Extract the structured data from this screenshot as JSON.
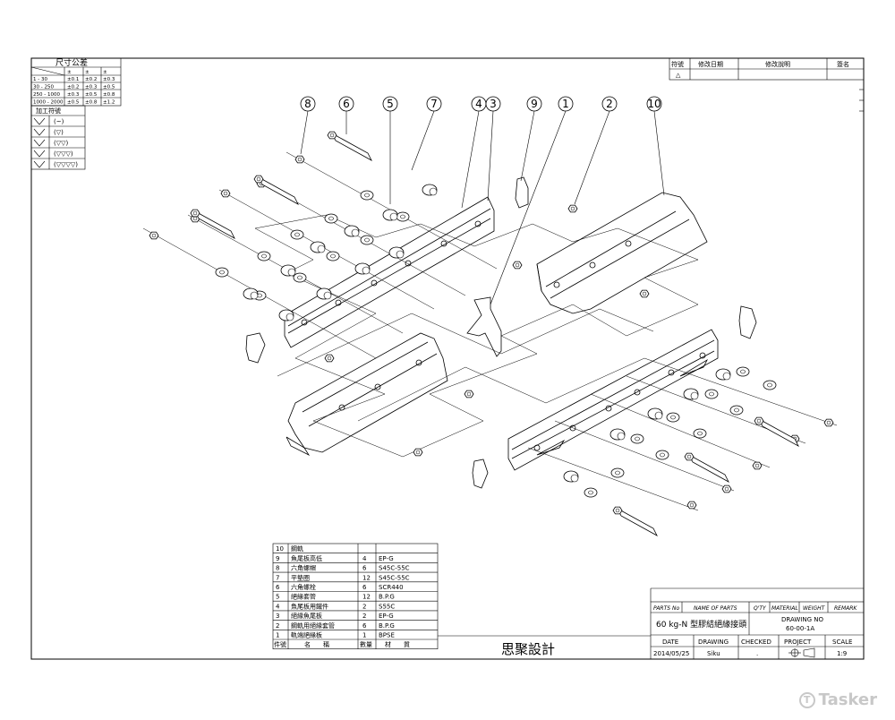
{
  "tolerance_table": {
    "title": "尺寸公差",
    "col_headers": [
      "",
      "±",
      "±",
      "±"
    ],
    "rows": [
      [
        "1 - 30",
        "±0.1",
        "±0.2",
        "±0.3"
      ],
      [
        "30 - 250",
        "±0.2",
        "±0.3",
        "±0.5"
      ],
      [
        "250 - 1000",
        "±0.3",
        "±0.5",
        "±0.8"
      ],
      [
        "1000 - 2000",
        "±0.5",
        "±0.8",
        "±1.2"
      ]
    ]
  },
  "finish_table": {
    "title": "加工符號",
    "symbols": [
      "(~)",
      "(▽)",
      "(▽▽)",
      "(▽▽▽)",
      "(▽▽▽▽)"
    ]
  },
  "revision_table": {
    "headers": [
      "符號",
      "修改日期",
      "修改說明",
      "簽名"
    ],
    "row": [
      "△",
      "",
      "",
      ""
    ]
  },
  "balloons": [
    "8",
    "6",
    "5",
    "7",
    "4",
    "3",
    "9",
    "1",
    "2",
    "10"
  ],
  "parts_list": {
    "rows": [
      [
        "10",
        "鋼軌",
        "",
        ""
      ],
      [
        "9",
        "魚尾板高低",
        "4",
        "EP-G"
      ],
      [
        "8",
        "六角螺帽",
        "6",
        "S45C-55C"
      ],
      [
        "7",
        "平墊圈",
        "12",
        "S45C-55C"
      ],
      [
        "6",
        "六角螺栓",
        "6",
        "SCR440"
      ],
      [
        "5",
        "絕緣套管",
        "12",
        "B.P.G"
      ],
      [
        "4",
        "魚尾板用鐵件",
        "2",
        "S55C"
      ],
      [
        "3",
        "絕緣魚尾板",
        "2",
        "EP-G"
      ],
      [
        "2",
        "鋼軌用絕緣套管",
        "6",
        "B.P.G"
      ],
      [
        "1",
        "軌端絕緣板",
        "1",
        "BPSE"
      ]
    ],
    "footer": [
      "件號",
      "名　　稱",
      "數量",
      "材　　質"
    ]
  },
  "company": "思聚設計",
  "title_block": {
    "header": [
      "PARTS No",
      "NAME OF PARTS",
      "Q'TY",
      "MATERIAL",
      "WEIGHT",
      "REMARK"
    ],
    "part_name": "60 kg-N 型膠結絕緣接頭",
    "drawing_no_label": "DRAWING NO",
    "drawing_no": "60-00-1A",
    "bottom_labels": [
      "DATE",
      "DRAWING",
      "CHECKED",
      "PROJECT",
      "SCALE"
    ],
    "bottom_values": [
      "2014/05/25",
      "Siku",
      ".",
      "",
      "1:9"
    ]
  },
  "watermark": "Tasker"
}
